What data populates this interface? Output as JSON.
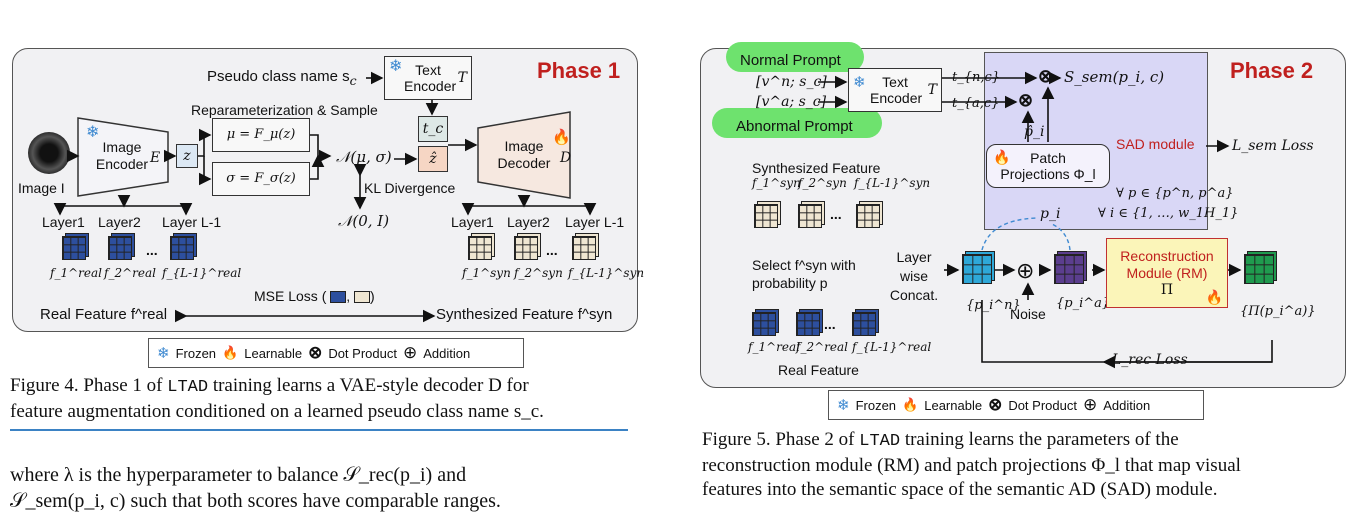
{
  "phase1": {
    "title": "Phase 1",
    "pseudo_label": "Pseudo class name s",
    "pseudo_sub": "c",
    "text_encoder": "Text Encoder",
    "text_encoder_sym": "T",
    "reparam": "Reparameterization & Sample",
    "image_encoder": "Image Encoder",
    "image_encoder_sym": "E",
    "image_label": "Image I",
    "z": "z",
    "mu": "μ = F_μ(z)",
    "sigma": "σ = F_σ(z)",
    "normal": "𝒩(μ, σ)",
    "kl": "KL Divergence",
    "prior": "𝒩(0, I)",
    "tc": "t_c",
    "zhat": "ẑ",
    "image_decoder": "Image Decoder",
    "image_decoder_sym": "D",
    "layers_left": [
      "Layer1",
      "Layer2",
      "Layer L-1"
    ],
    "layers_right": [
      "Layer1",
      "Layer2",
      "Layer L-1"
    ],
    "real_feats": [
      "f_1^real",
      "f_2^real",
      "f_{L-1}^real"
    ],
    "syn_feats": [
      "f_1^syn",
      "f_2^syn",
      "f_{L-1}^syn"
    ],
    "dots": "...",
    "mse_loss": "MSE Loss (",
    "real_feature": "Real Feature f^real",
    "syn_feature": "Synthesized Feature f^syn"
  },
  "legend": {
    "frozen": "Frozen",
    "learnable": "Learnable",
    "dot": "Dot Product",
    "addition": "Addition"
  },
  "caption4": {
    "line1_a": "Figure 4. Phase 1 of ",
    "line1_mono": "LTAD",
    "line1_b": " training learns a VAE-style decoder D for",
    "line2": "feature augmentation conditioned on a learned pseudo class name s_c."
  },
  "body": {
    "line1": "where λ is the hyperparameter to balance 𝒮_rec(p_i) and",
    "line2": "𝒮_sem(p_i, c) such that both scores have comparable ranges."
  },
  "phase2": {
    "title": "Phase 2",
    "normal_prompt": "Normal Prompt",
    "abnormal_prompt": "Abnormal Prompt",
    "vn": "[v^n; s_c]",
    "va": "[v^a; s_c]",
    "text_encoder": "Text Encoder",
    "text_encoder_sym": "T",
    "tn": "t_{n,c}",
    "ta": "t_{a,c}",
    "ssem": "S_sem(p_i, c)",
    "sad": "SAD module",
    "lsem": "L_sem Loss",
    "phat": "p̂_i",
    "patch_proj": "Patch Projections Φ_l",
    "forall_p": "∀ p ∈ {p^n, p^a}",
    "forall_i": "∀ i ∈ {1, …, w_1H_1}",
    "pi": "p_i",
    "syn_feature": "Synthesized Feature",
    "syn_feats": [
      "f_1^syn",
      "f_2^syn",
      "f_{L-1}^syn"
    ],
    "select": "Select f^syn with probability p",
    "layerwise": "Layer wise Concat.",
    "pn": "{p_i^n}",
    "noise": "Noise",
    "pa": "{p_i^a}",
    "rm": "Reconstruction Module (RM)",
    "rm_sym": "Π",
    "pi_out": "{Π(p_i^a)}",
    "lrec": "L_rec Loss",
    "real_feats": [
      "f_1^real",
      "f_2^real",
      "f_{L-1}^real"
    ],
    "real_feature": "Real Feature",
    "dots": "..."
  },
  "caption5": {
    "line1_a": "Figure 5.  Phase 2 of ",
    "line1_mono": "LTAD",
    "line1_b": " training learns the parameters of the",
    "line2": "reconstruction module (RM) and patch projections Φ_l that map visual",
    "line3": "features into the semantic space of the semantic AD (SAD) module."
  },
  "colors": {
    "phase_title": "#c0201e",
    "panel_bg": "#f1f1f3",
    "blue_grid": "#2d4f9e",
    "cream_grid": "#efe6d2",
    "cyan_grid": "#2ea8d8",
    "purple_grid": "#5b3e8e",
    "green_grid": "#1f9a4e",
    "sad_bg": "#d9d7f6",
    "rm_bg": "#fbf5b9",
    "highlight": "#6ee26e",
    "tc_bg": "#dde8e6",
    "zhat_bg": "#f6d6c4",
    "caption_rule": "#3b82c4"
  }
}
